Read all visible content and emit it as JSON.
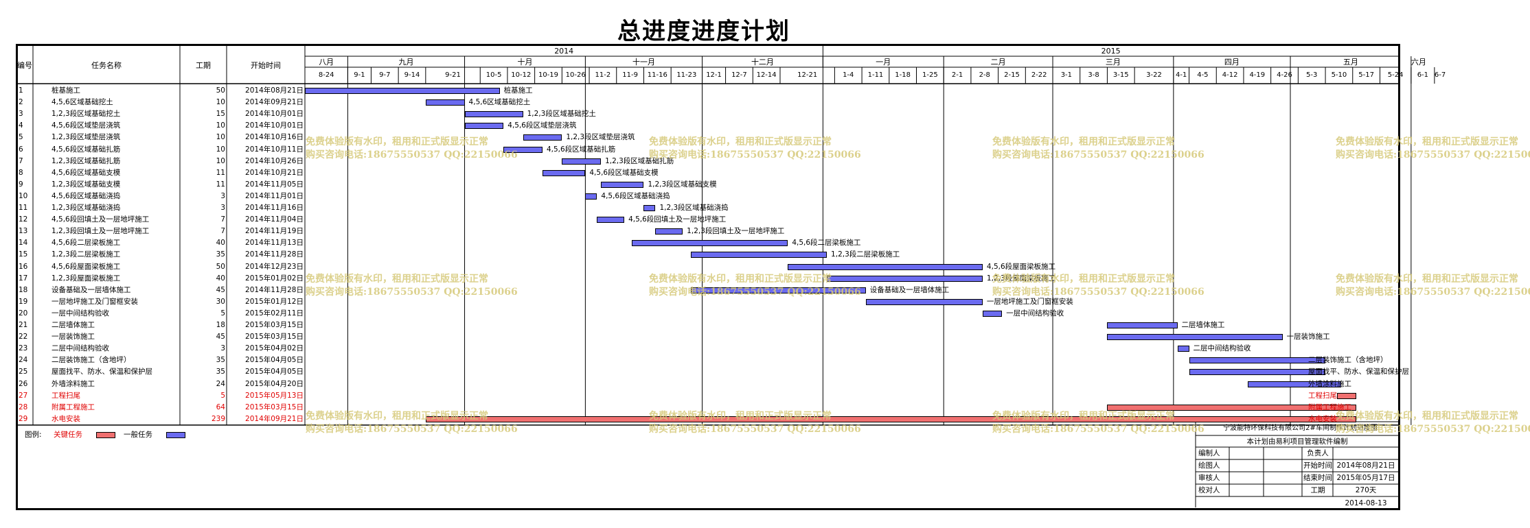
{
  "title": "总进度进度计划",
  "columns": {
    "id": "编号",
    "name": "任务名称",
    "duration": "工期",
    "start": "开始时间"
  },
  "years": [
    "2014",
    "2015"
  ],
  "months": [
    "八月",
    "九月",
    "十月",
    "十一月",
    "十二月",
    "一月",
    "二月",
    "三月",
    "四月",
    "五月",
    "六月"
  ],
  "weeks": [
    "8-24",
    "9-1",
    "9-7",
    "9-14",
    "9-21",
    "10-5",
    "10-12",
    "10-19",
    "10-26",
    "11-2",
    "11-9",
    "11-16",
    "11-23",
    "12-1",
    "12-7",
    "12-14",
    "12-21",
    "1-4",
    "1-11",
    "1-18",
    "1-25",
    "2-1",
    "2-8",
    "2-15",
    "2-22",
    "3-1",
    "3-8",
    "3-15",
    "3-22",
    "4-1",
    "4-5",
    "4-12",
    "4-19",
    "4-26",
    "5-3",
    "5-10",
    "5-17",
    "5-24",
    "6-1",
    "6-7"
  ],
  "tasks": [
    {
      "id": "1",
      "name": "桩基施工",
      "duration": "50",
      "start": "2014年08月21日",
      "critical": false
    },
    {
      "id": "2",
      "name": "4,5,6区域基础挖土",
      "duration": "10",
      "start": "2014年09月21日",
      "critical": false
    },
    {
      "id": "3",
      "name": "1,2,3段区域基础挖土",
      "duration": "15",
      "start": "2014年10月01日",
      "critical": false
    },
    {
      "id": "4",
      "name": "4,5,6段区域垫层浇筑",
      "duration": "10",
      "start": "2014年10月01日",
      "critical": false
    },
    {
      "id": "5",
      "name": "1,2,3段区域垫层浇筑",
      "duration": "10",
      "start": "2014年10月16日",
      "critical": false
    },
    {
      "id": "6",
      "name": "4,5,6段区域基础扎筋",
      "duration": "10",
      "start": "2014年10月11日",
      "critical": false
    },
    {
      "id": "7",
      "name": "1,2,3段区域基础扎筋",
      "duration": "10",
      "start": "2014年10月26日",
      "critical": false
    },
    {
      "id": "8",
      "name": "4,5,6段区域基础支模",
      "duration": "11",
      "start": "2014年10月21日",
      "critical": false
    },
    {
      "id": "9",
      "name": "1,2,3段区域基础支模",
      "duration": "11",
      "start": "2014年11月05日",
      "critical": false
    },
    {
      "id": "10",
      "name": "4,5,6段区域基础浇捣",
      "duration": "3",
      "start": "2014年11月01日",
      "critical": false
    },
    {
      "id": "11",
      "name": "1,2,3段区域基础浇捣",
      "duration": "3",
      "start": "2014年11月16日",
      "critical": false
    },
    {
      "id": "12",
      "name": "4,5,6段回填土及一层地坪施工",
      "duration": "7",
      "start": "2014年11月04日",
      "critical": false
    },
    {
      "id": "13",
      "name": "1,2,3段回填土及一层地坪施工",
      "duration": "7",
      "start": "2014年11月19日",
      "critical": false
    },
    {
      "id": "14",
      "name": "4,5,6段二层梁板施工",
      "duration": "40",
      "start": "2014年11月13日",
      "critical": false
    },
    {
      "id": "15",
      "name": "1,2,3段二层梁板施工",
      "duration": "35",
      "start": "2014年11月28日",
      "critical": false
    },
    {
      "id": "16",
      "name": "4,5,6段屋面梁板施工",
      "duration": "50",
      "start": "2014年12月23日",
      "critical": false
    },
    {
      "id": "17",
      "name": "1,2,3段屋面梁板施工",
      "duration": "40",
      "start": "2015年01月02日",
      "critical": false
    },
    {
      "id": "18",
      "name": "设备基础及一层墙体施工",
      "duration": "45",
      "start": "2014年11月28日",
      "critical": false
    },
    {
      "id": "19",
      "name": "一层地坪施工及门窗框安装",
      "duration": "30",
      "start": "2015年01月12日",
      "critical": false
    },
    {
      "id": "20",
      "name": "一层中间结构验收",
      "duration": "5",
      "start": "2015年02月11日",
      "critical": false
    },
    {
      "id": "21",
      "name": "二层墙体施工",
      "duration": "18",
      "start": "2015年03月15日",
      "critical": false
    },
    {
      "id": "22",
      "name": "一层装饰施工",
      "duration": "45",
      "start": "2015年03月15日",
      "critical": false
    },
    {
      "id": "23",
      "name": "二层中间结构验收",
      "duration": "3",
      "start": "2015年04月02日",
      "critical": false
    },
    {
      "id": "24",
      "name": "二层装饰施工（含地坪）",
      "duration": "35",
      "start": "2015年04月05日",
      "critical": false
    },
    {
      "id": "25",
      "name": "屋面找平、防水、保温和保护层",
      "duration": "35",
      "start": "2015年04月05日",
      "critical": false
    },
    {
      "id": "26",
      "name": "外墙涂料施工",
      "duration": "24",
      "start": "2015年04月20日",
      "critical": false
    },
    {
      "id": "27",
      "name": "工程扫尾",
      "duration": "5",
      "start": "2015年05月13日",
      "critical": true
    },
    {
      "id": "28",
      "name": "附属工程施工",
      "duration": "64",
      "start": "2015年03月15日",
      "critical": true
    },
    {
      "id": "29",
      "name": "水电安装",
      "duration": "239",
      "start": "2014年09月21日",
      "critical": true
    }
  ],
  "watermark": {
    "line1": "免费体验版有水印，租用和正式版显示正常",
    "line2": "购买咨询电话:18675550537 QQ:22150066"
  },
  "legend": {
    "label": "图例:",
    "critical": "关键任务",
    "normal": "一般任务"
  },
  "title_block": {
    "company": "宁波能特环保科技有限公司2#车间制作计划进度图",
    "software": "本计划由易利项目管理软件编制",
    "rows": [
      {
        "k1": "编制人",
        "v1": "",
        "k2": "负责人",
        "v2": ""
      },
      {
        "k1": "绘图人",
        "v1": "",
        "k2": "开始时间",
        "v2": "2014年08月21日"
      },
      {
        "k1": "审核人",
        "v1": "",
        "k2": "结束时间",
        "v2": "2015年05月17日"
      },
      {
        "k1": "校对人",
        "v1": "",
        "k2": "工期",
        "v2": "270天"
      }
    ],
    "date": "2014-08-13"
  },
  "colors": {
    "normal": "#6b6bf0",
    "critical": "#f07070",
    "critical_text": "#e00000",
    "watermark": "#d6c97a"
  }
}
